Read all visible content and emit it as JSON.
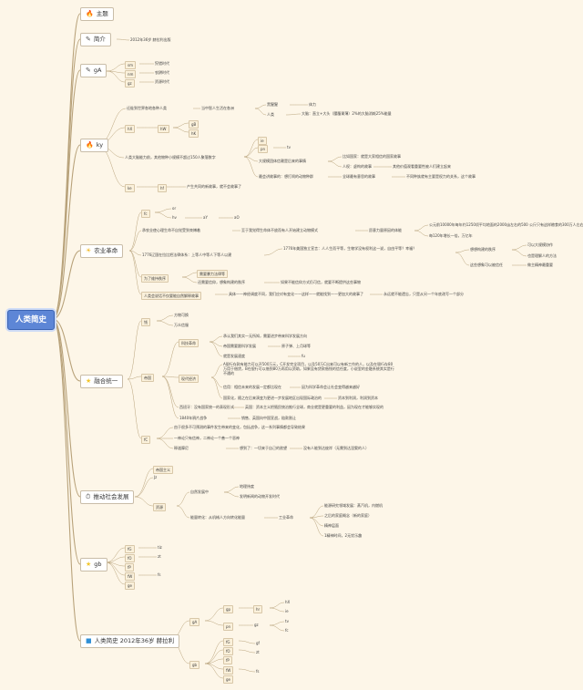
{
  "root": "人类简史",
  "branches": {
    "theme": {
      "label": "主题",
      "icon": "fire-icon"
    },
    "intro": {
      "label": "简介",
      "icon": "pen-icon",
      "items": [
        "2012年36岁 赫拉利出版"
      ]
    },
    "ga": {
      "label": "gA",
      "icon": "pen-icon",
      "items": [
        {
          "k": "sm",
          "v": "狩猎时代"
        },
        {
          "k": "nm",
          "v": "农耕时代"
        },
        {
          "k": "gz",
          "v": "资源时代"
        }
      ]
    },
    "ky": {
      "label": "ky",
      "icon": "fire-icon",
      "items": [
        "迁徙到世界各地各种人类",
        "当中智人生活在各洲",
        "黑猩猩",
        "体力",
        "人类",
        "大脑：直立+大头（腰腹胃薄）2%的大脑消耗25%能量",
        "hX",
        "hW",
        "gB",
        "hK",
        "人类大脑能力前，其他物种小规模不超过150人聚落数字",
        "ie",
        "pn",
        "tv",
        "大规模团体信赖是后来的事情",
        "比如国家：就是大家相信的国家故事",
        "人权：虚构的故事",
        "其他价值观看重要性被人们建立起来",
        "最会讲故事的：想打闹的动物种群",
        "全球最有意思的故事",
        "不同种族就有主要是权力的关系，这个故事",
        "ke",
        "hf",
        "产生共同的新故事，就不会故事了"
      ]
    },
    "agri": {
      "label": "农业革命",
      "icon": "sun-icon",
      "items": [
        "fc",
        "or",
        "hv",
        "aY",
        "aO",
        "承农业使心理生命不自觉受到束缚着",
        "至于我觉得生命体不放而有人开始建立动物模式",
        "愿意力量原因的体能",
        "公元前10000年每年约1250顷平均地面的2000亩左右的500 公斤只有这样粮食的300万人左右",
        "每120年增长一倍，万亿年",
        "1776辽国在拉比把法律体系：上等人中等人下等人以建",
        "1776年美国独立宣言：人人生而平等，生物学没有权利这一说，自由平等？幸福？",
        "想想构建的秩序",
        "可以大规模协作",
        "也是理解人的方法",
        "这些想象可以被信任",
        "做主精神最重要",
        "为了维持秩序",
        "需要暴力法律等",
        "还需要信仰，想象构建的秩序",
        "如果不能信仰方式仍可信，就要不断提供这些事物",
        "人类会说话不仅要能自然解释故事",
        "具体——神经调度不同，我们应对有变化——这样——就能找到——更加大的故事了",
        "永远就不能遗忘，只是从另一个年底改写一个部分"
      ]
    },
    "unity": {
      "label": "融合统一",
      "icon": "star-icon",
      "items": [
        "钱",
        "方物可换",
        "万众信服",
        "帝国",
        "科技革命",
        "承认我们其实一无所知，需要进步带来科学发展方向",
        "帝国需要跟科学发展",
        "原子弹、上月球等",
        "就是发展速度",
        "fu",
        "现代经济",
        "A银行存款有能力可以开500万元，C开发完全项目，以及50万C出来可以有新工作的人，以及在银行存80万用于借贷，B在银行可以借到80万再用以资助，如果没有贷款借钱的信任度，小说里的金融系统其实是行不通的",
        "信用：相信未来的发展一定都比现在",
        "因为科学革命会让社会变得越来越好",
        "国家化，随之在后来演变为更进一步发展地区出现国际政治的",
        "资本到利润，利润到资本",
        "西班牙：没有国家统一的表现形式",
        "英国：资本主义把殖民统治推行全球，商业就是更重要的利益，因为现在才能够实现的",
        "1840年鸦片战争",
        "销售、英国向中国宣战，赔款割让",
        "fC",
        "由于很多不可预测的事件发生带来的变化，包括战争，这一系列事情都会导致结果",
        "一神论只有信神，二神论一个善一个恶神",
        "释迦摩尼",
        "想到了：一切来于自己的欲望",
        "没有人能到达彼岸（无需到达涅槃的人）"
      ]
    },
    "society": {
      "label": "推动社会发展",
      "icon": "clock-icon",
      "items": [
        "帝国主义",
        "Jz",
        "资源",
        "自然发展中",
        "地理纬度",
        "发明新闻的动物开发时代",
        "能量转化：从机械人方向转化能量",
        "工业革命",
        "能源研究领域发展：蒸汽机，内燃机",
        "之后的家庭概念（新的家庭）",
        "精神层面",
        "1精神时间，2无忧乐趣"
      ]
    },
    "gb": {
      "label": "gb",
      "icon": "star-icon",
      "items": [
        {
          "k": "fG",
          "v": "tiz"
        },
        {
          "k": "fO",
          "v": "zt"
        },
        {
          "k": "fP",
          "v": ""
        },
        {
          "k": "fW",
          "v": "fs"
        },
        {
          "k": "ge",
          "v": ""
        }
      ]
    },
    "footer": {
      "label": "人类简史 2012年36岁 赫拉利",
      "icon": "flag-icon",
      "items": [
        "gA",
        "gp",
        "hr",
        "hX",
        "ie",
        "pn",
        "gz",
        "tv",
        "fc",
        "gb",
        "fG",
        "gf",
        "fO",
        "zt",
        "fP",
        "fW",
        "fs",
        "ge"
      ]
    }
  },
  "colors": {
    "edge": "#b8a27a",
    "root": "#5d86d6",
    "bg": "#fdf6e8",
    "fire": "#e25822",
    "sun": "#f0b419",
    "star": "#f2c62e",
    "flag": "#2f8fd6"
  }
}
